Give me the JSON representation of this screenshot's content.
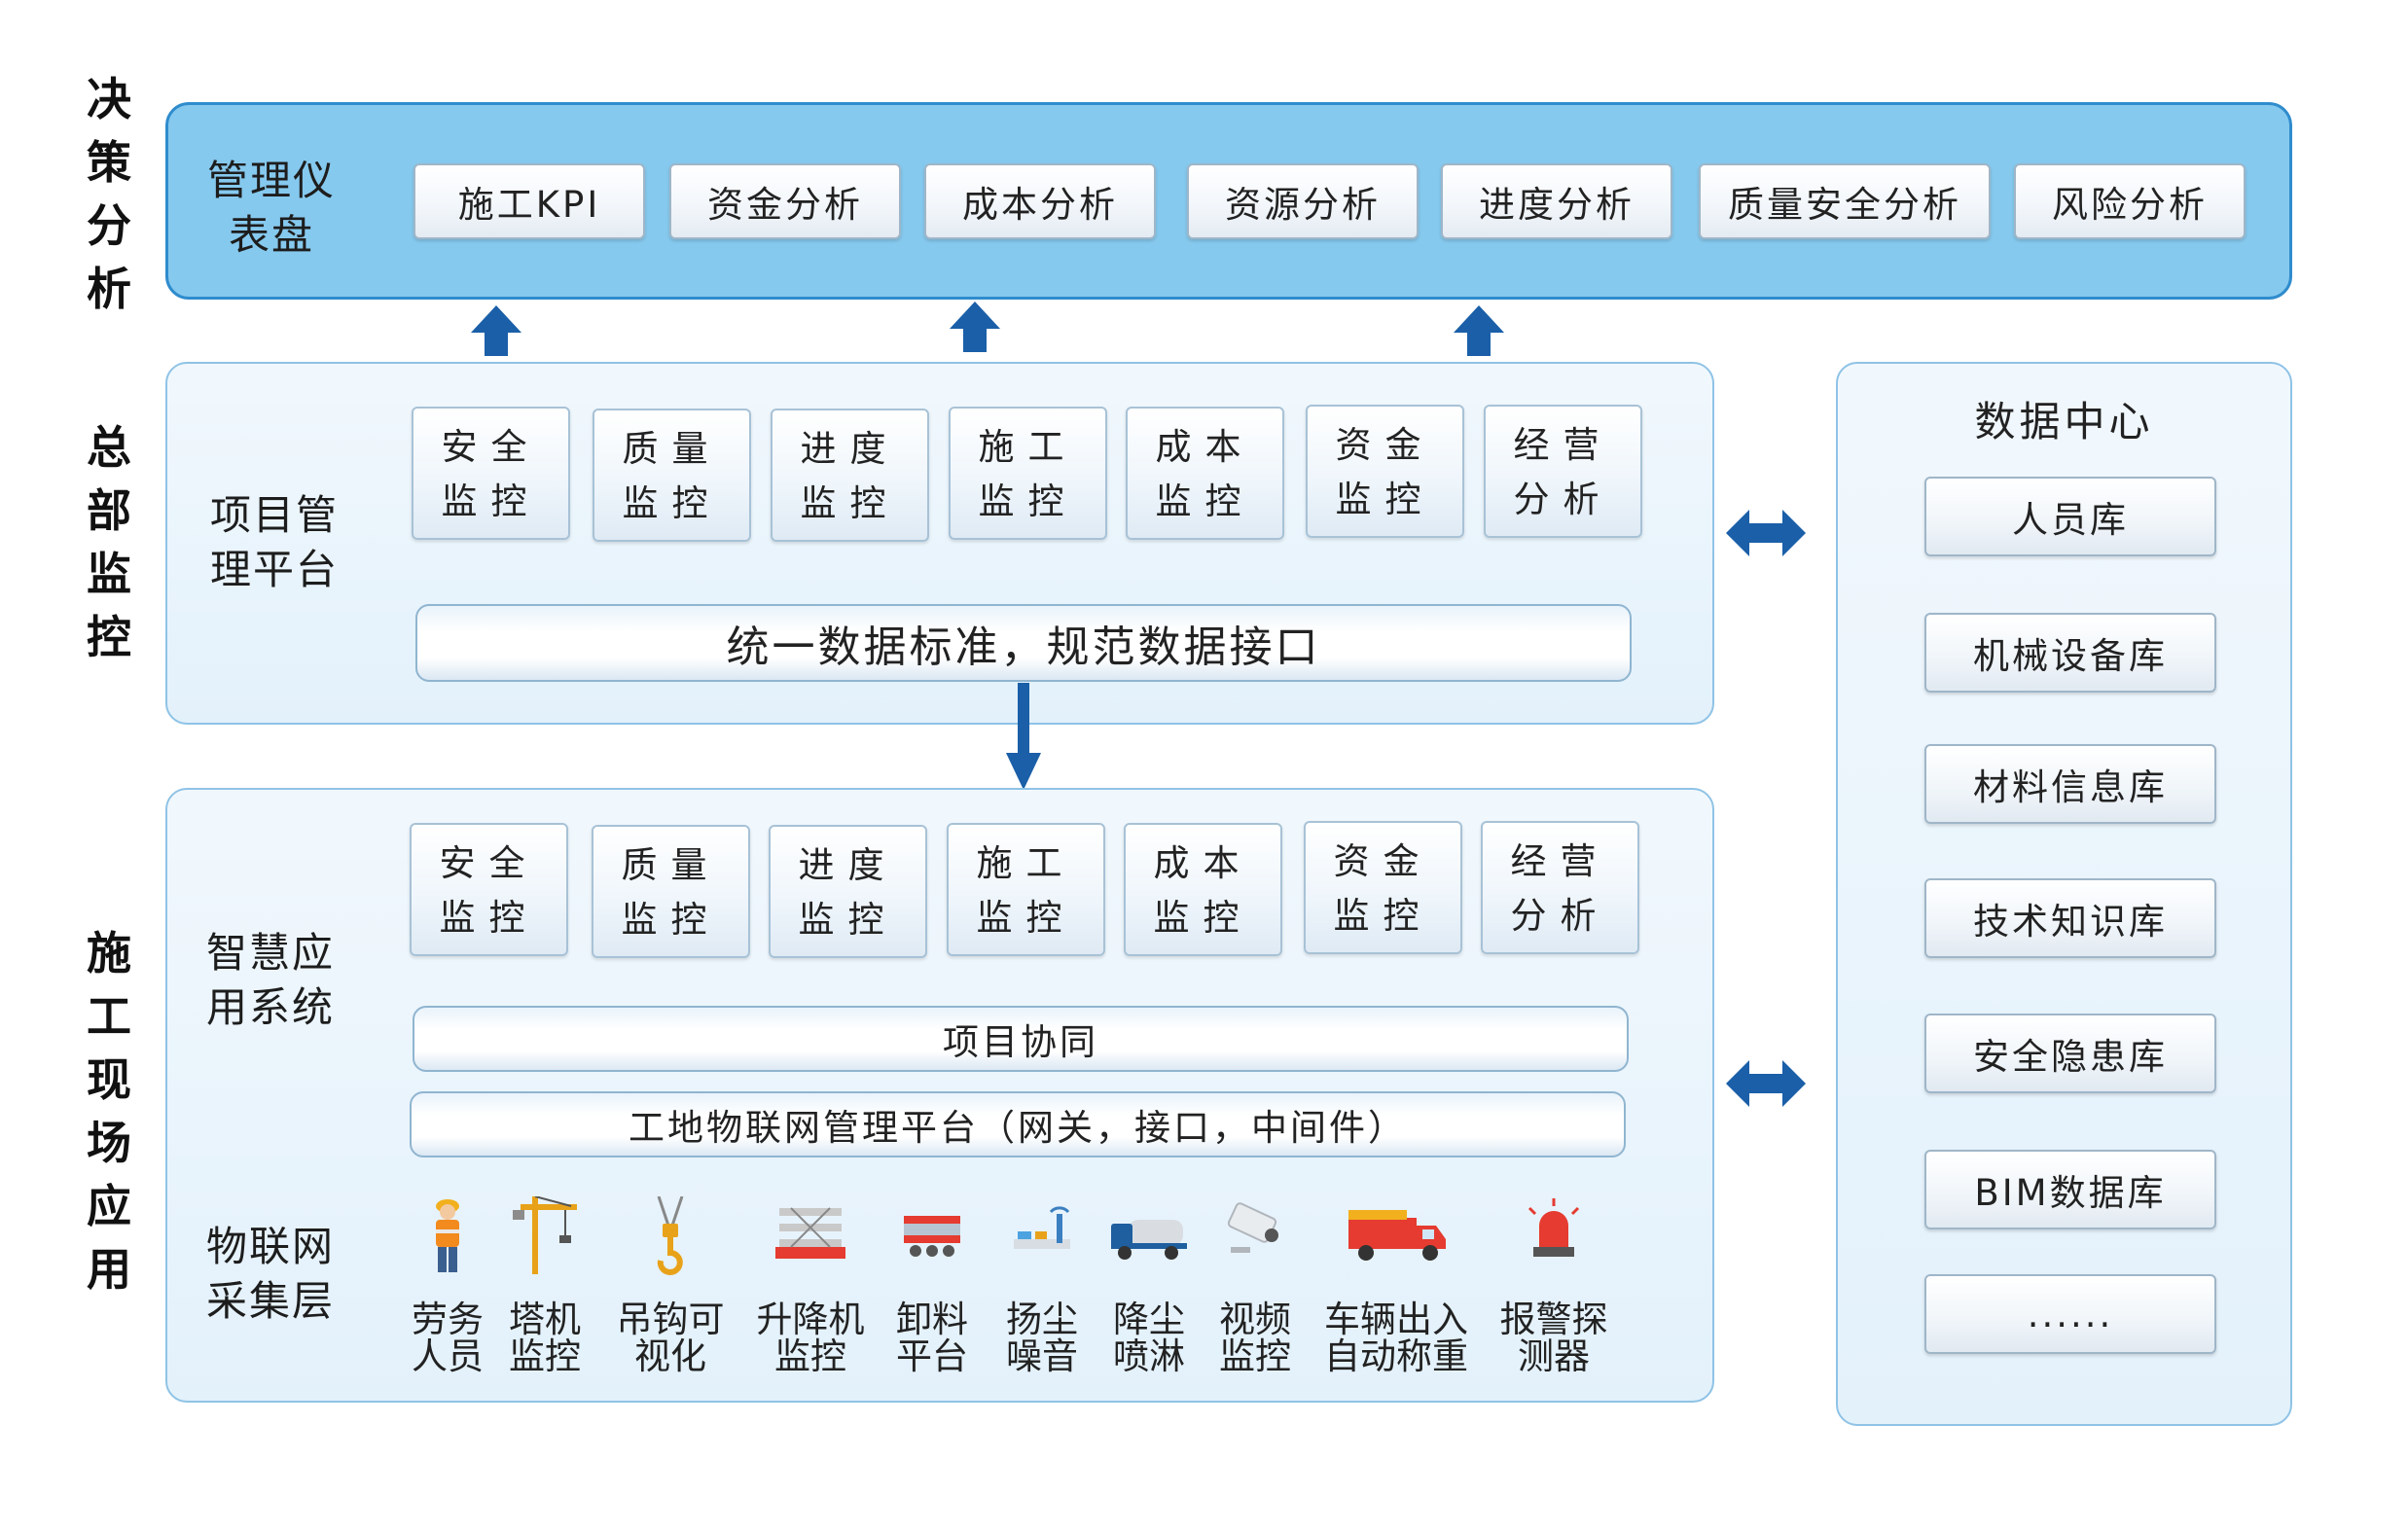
{
  "side_labels": {
    "decision": "决\n策\n分\n析",
    "hq": "总\n部\n监\n控",
    "site": "施\n工\n现\n场\n应\n用"
  },
  "decision_panel": {
    "title": "管理仪\n表盘",
    "items": [
      "施工KPI",
      "资金分析",
      "成本分析",
      "资源分析",
      "进度分析",
      "质量安全分析",
      "风险分析"
    ]
  },
  "hq_panel": {
    "title": "项目管\n理平台",
    "tiles": [
      "安全\n监控",
      "质量\n监控",
      "进度\n监控",
      "施工\n监控",
      "成本\n监控",
      "资金\n监控",
      "经营\n分析"
    ],
    "standard_bar": "统一数据标准，规范数据接口"
  },
  "site_panel": {
    "title": "智慧应\n用系统",
    "tiles": [
      "安全\n监控",
      "质量\n监控",
      "进度\n监控",
      "施工\n监控",
      "成本\n监控",
      "资金\n监控",
      "经营\n分析"
    ],
    "collab_bar": "项目协同",
    "iot_platform_bar": "工地物联网管理平台（网关，接口，中间件）",
    "iot_layer_title": "物联网\n采集层",
    "iot_items": [
      {
        "label": "劳务\n人员",
        "icon": "worker-icon"
      },
      {
        "label": "塔机\n监控",
        "icon": "tower-crane-icon"
      },
      {
        "label": "吊钩可\n视化",
        "icon": "crane-hook-icon"
      },
      {
        "label": "升降机\n监控",
        "icon": "elevator-icon"
      },
      {
        "label": "卸料\n平台",
        "icon": "unloading-platform-icon"
      },
      {
        "label": "扬尘\n噪音",
        "icon": "dust-noise-sensor-icon"
      },
      {
        "label": "降尘\n喷淋",
        "icon": "spray-truck-icon"
      },
      {
        "label": "视频\n监控",
        "icon": "camera-icon"
      },
      {
        "label": "车辆出入\n自动称重",
        "icon": "truck-icon"
      },
      {
        "label": "报警探\n测器",
        "icon": "alarm-light-icon"
      }
    ]
  },
  "data_center": {
    "title": "数据中心",
    "items": [
      "人员库",
      "机械设备库",
      "材料信息库",
      "技术知识库",
      "安全隐患库",
      "BIM数据库",
      "......"
    ]
  },
  "colors": {
    "top_panel_fill": "#86c9ee",
    "top_panel_border": "#2f8ccd",
    "panel_fill": "#e8f4fc",
    "panel_border": "#8fc3e6",
    "arrow": "#1a5fa8"
  }
}
